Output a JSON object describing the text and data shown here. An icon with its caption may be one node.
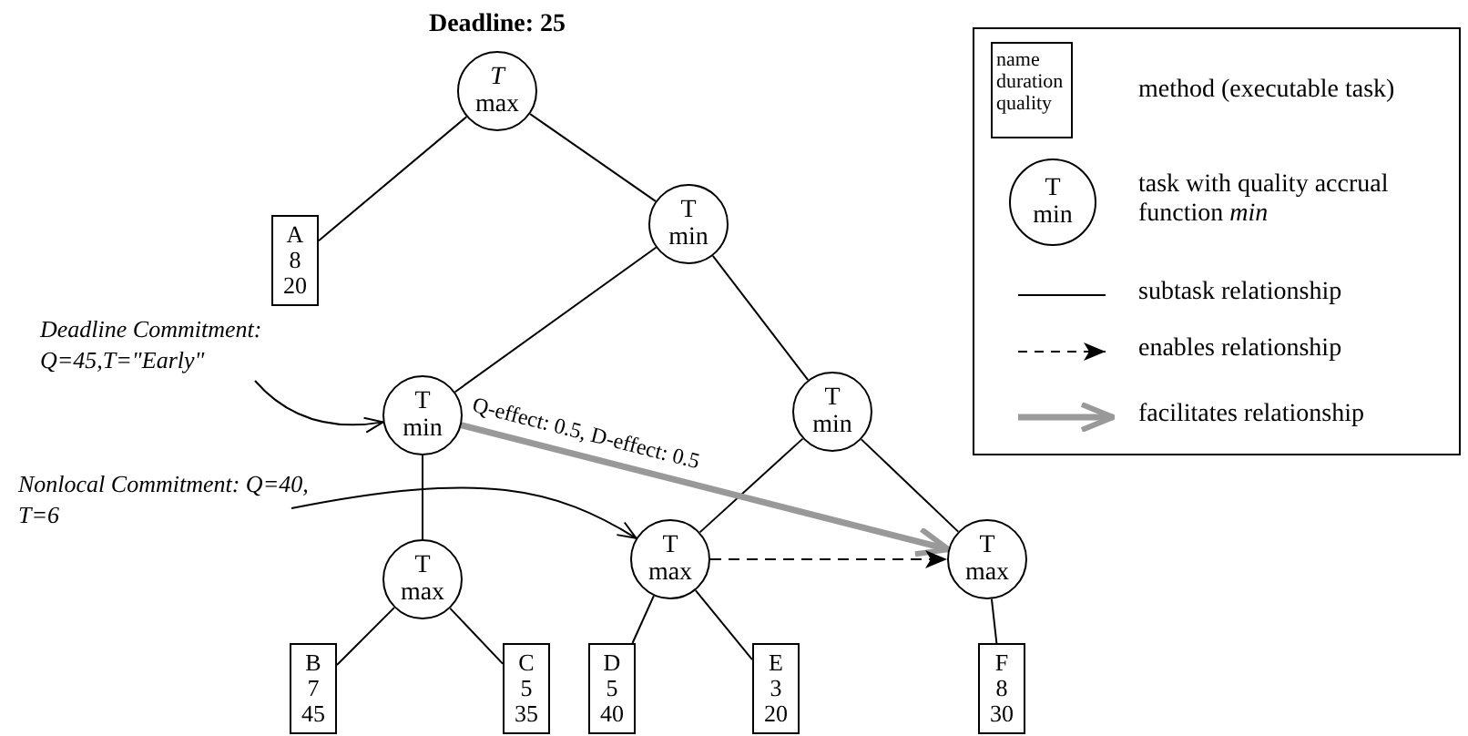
{
  "diagram": {
    "nodes": [
      {
        "text": [
          "T",
          "max"
        ],
        "beside": [
          "Deadline: 25"
        ]
      },
      {
        "text": [
          "A",
          "8",
          "20"
        ]
      },
      {
        "text": [
          "T",
          "min"
        ]
      },
      {
        "text": [
          "Deadline Commitment: Q=45,T=\"Early\""
        ]
      },
      {
        "text": [
          "T",
          "min"
        ]
      },
      {
        "text": [
          "T",
          "min"
        ]
      },
      {
        "text": [
          "Nonlocal Commitment: Q=40, T=6"
        ]
      },
      {
        "text": [
          "T",
          "max"
        ]
      },
      {
        "text": [
          "T",
          "max"
        ]
      },
      {
        "text": [
          "T",
          "max"
        ]
      },
      {
        "text": [
          "B",
          "7",
          "45"
        ]
      },
      {
        "text": [
          "C",
          "5",
          "35"
        ]
      },
      {
        "text": [
          "D",
          "5",
          "40"
        ]
      },
      {
        "text": [
          "E",
          "3",
          "20"
        ]
      },
      {
        "text": [
          "F",
          "8",
          "30"
        ]
      }
    ],
    "edges": [
      {
        "from": 0,
        "to": 1,
        "arrow": "none"
      },
      {
        "from": 0,
        "to": 2,
        "arrow": "none"
      },
      {
        "from": 2,
        "to": 4,
        "arrow": "none"
      },
      {
        "from": 2,
        "to": 5,
        "arrow": "none"
      },
      {
        "from": 3,
        "to": 4,
        "arrow": "to"
      },
      {
        "from": 4,
        "to": 7,
        "arrow": "none"
      },
      {
        "from": 6,
        "to": 8,
        "arrow": "to"
      },
      {
        "from": 5,
        "to": 8,
        "arrow": "none"
      },
      {
        "from": 5,
        "to": 9,
        "arrow": "none"
      },
      {
        "from": 4,
        "to": 9,
        "arrow": "to",
        "label": "Q-effect: 0.5, D-effect: 0.5",
        "style": "thick",
        "color": "#999999"
      },
      {
        "from": 8,
        "to": 9,
        "arrow": "to",
        "style": "dashed"
      },
      {
        "from": 7,
        "to": 10,
        "arrow": "none"
      },
      {
        "from": 7,
        "to": 11,
        "arrow": "none"
      },
      {
        "from": 8,
        "to": 12,
        "arrow": "none"
      },
      {
        "from": 8,
        "to": 13,
        "arrow": "none"
      },
      {
        "from": 9,
        "to": 14,
        "arrow": "none"
      }
    ],
    "labels": [
      "name",
      "duration",
      "quality",
      "T",
      "min"
    ],
    "legend": [
      {
        "text": "method (executable task)"
      },
      {
        "text": "task with quality accrual function *min*"
      },
      {
        "text": "subtask relationship"
      },
      {
        "text": "enables relationship"
      },
      {
        "text": "facilitates relationship"
      }
    ]
  }
}
